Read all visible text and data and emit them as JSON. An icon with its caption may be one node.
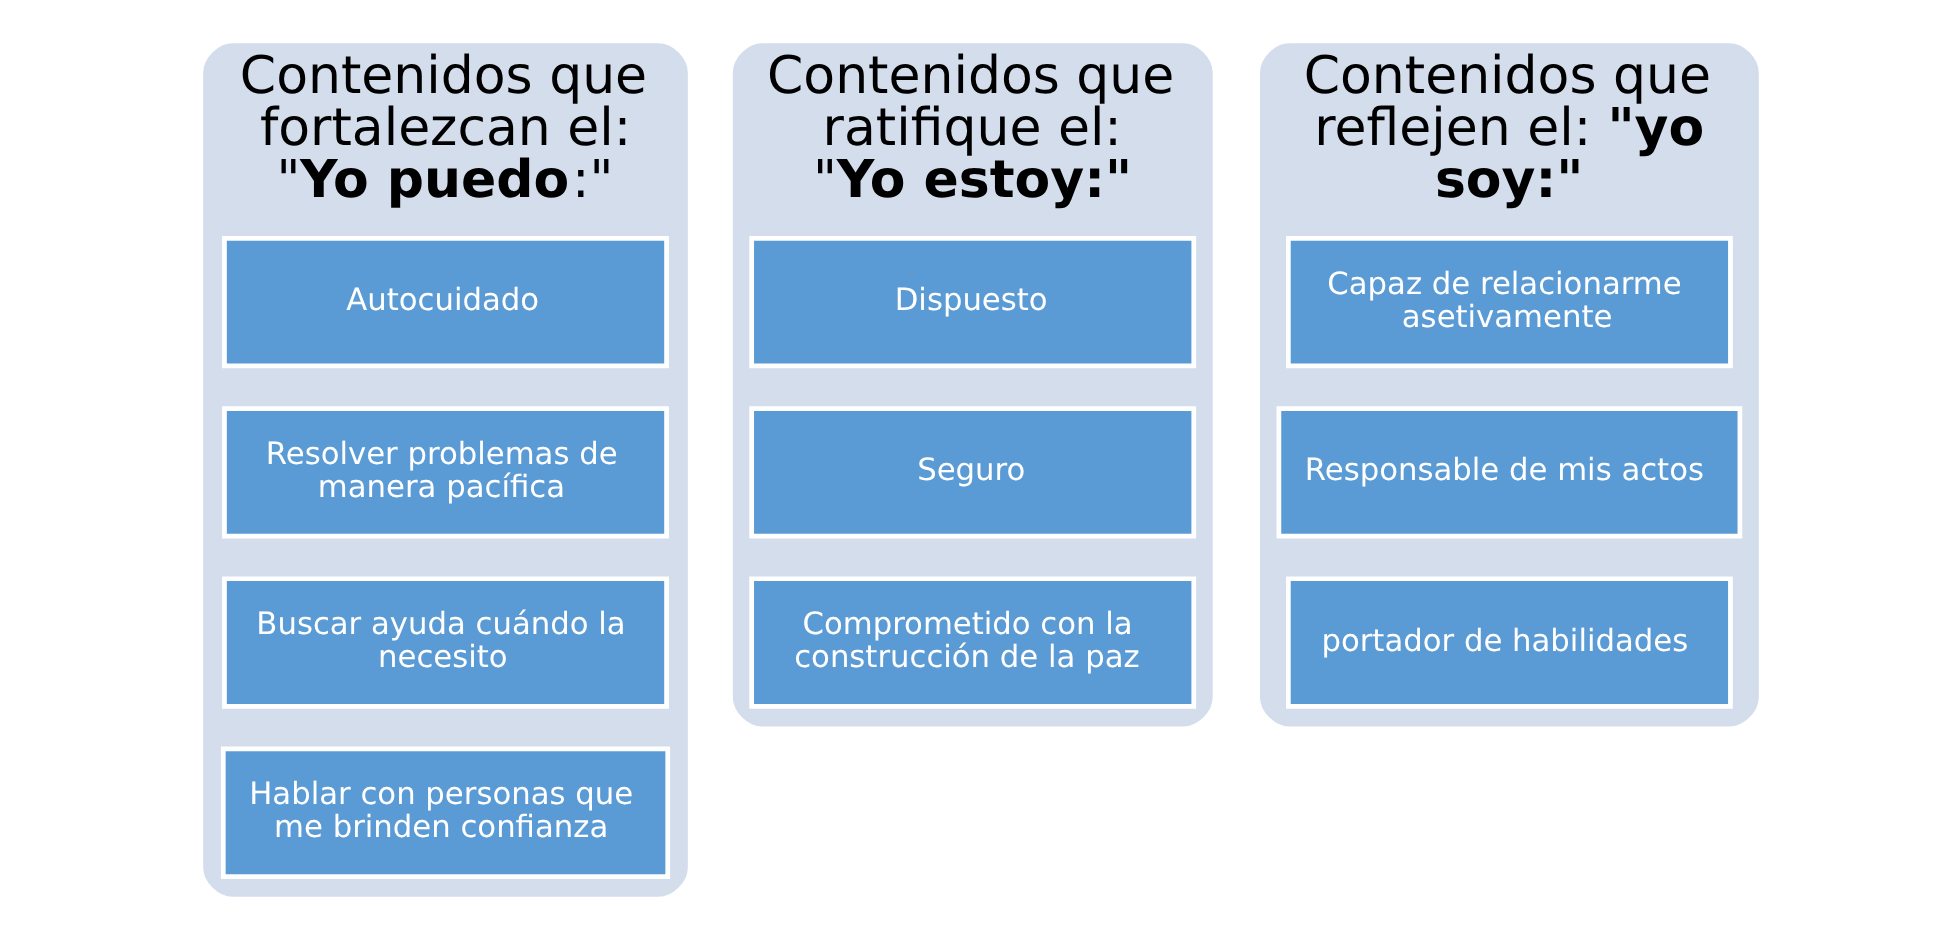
{
  "diagram": {
    "nodes": [
      {
        "text": [
          "Contenidos que fortalezcan el: \"**Yo puedo**:\""
        ]
      },
      {
        "text": [
          "Autocuidado"
        ],
        "in": 0
      },
      {
        "text": [
          "Resolver problemas de manera pacífica"
        ],
        "in": 0
      },
      {
        "text": [
          "Buscar ayuda cuándo la necesito"
        ],
        "in": 0
      },
      {
        "text": [
          "Hablar con personas que me brinden confianza"
        ],
        "in": 0
      },
      {
        "text": [
          "Contenidos que ratifique el: \"**Yo estoy:\"**"
        ]
      },
      {
        "text": [
          "Dispuesto"
        ],
        "in": 5
      },
      {
        "text": [
          "Seguro"
        ],
        "in": 5
      },
      {
        "text": [
          "Comprometido con la construcción de la paz"
        ],
        "in": 5
      },
      {
        "text": [
          "Contenidos que reflejen el: **\"yo soy:\"**"
        ]
      },
      {
        "text": [
          "Capaz de relacionarme asetivamente"
        ],
        "in": 9
      },
      {
        "text": [
          "Responsable de mis actos"
        ],
        "in": 9
      },
      {
        "text": [
          "portador de habilidades"
        ],
        "in": 9
      }
    ],
    "edges": []
  }
}
